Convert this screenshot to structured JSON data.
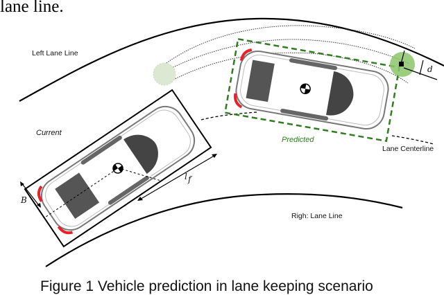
{
  "heading_fragment": "lane line.",
  "figure": {
    "labels": {
      "left_lane_line": "Left Lane Line",
      "right_lane_line": "Righ: Lane Line",
      "lane_centerline": "Lane Centerline",
      "current": "Current",
      "predicted": "Predicted",
      "width_symbol": "B",
      "length_symbol": "l",
      "length_subscript": "f",
      "distance_symbol": "d"
    },
    "colors": {
      "predicted_box": "#2e7d1e",
      "contact_zone": "#8cc46a",
      "contact_zone_faded": "#dde8d2",
      "tail_lights": "#e8202a",
      "car_dark": "#555555"
    }
  },
  "caption": "Figure 1 Vehicle prediction in lane keeping scenario"
}
